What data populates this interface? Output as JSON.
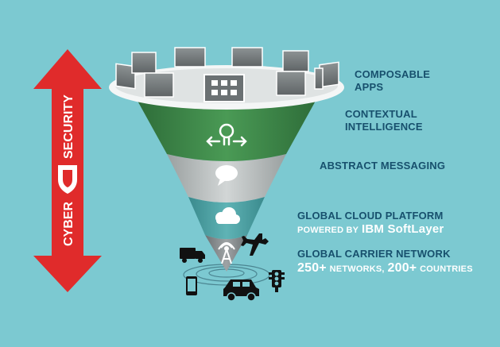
{
  "colors": {
    "background": "#7cc9d1",
    "arrow_red": "#e02b2b",
    "label_dark": "#17506d",
    "layer_apps": "#ffffff",
    "layer_intelligence": "#3d8a4a",
    "layer_messaging": "#b9bebe",
    "layer_cloud": "#4fa0a3",
    "layer_network": "#8a8f91"
  },
  "security": {
    "word1": "CYBER",
    "word2": "SECURITY",
    "icon": "shield-icon"
  },
  "layers": [
    {
      "id": "apps",
      "line1": "COMPOSABLE",
      "line2": "APPS",
      "icon": "app-grid-icon"
    },
    {
      "id": "intelligence",
      "line1": "CONTEXTUAL",
      "line2": "INTELLIGENCE",
      "icon": "lightbulb-arrows-icon"
    },
    {
      "id": "messaging",
      "line1": "ABSTRACT MESSAGING",
      "icon": "chat-bubble-icon"
    },
    {
      "id": "cloud",
      "line1": "GLOBAL CLOUD PLATFORM",
      "line2_prefix": "POWERED BY",
      "line2_brand": "IBM SoftLayer",
      "icon": "cloud-icon"
    },
    {
      "id": "network",
      "line1": "GLOBAL CARRIER NETWORK",
      "stat1_value": "250+",
      "stat1_label": "NETWORKS,",
      "stat2_value": "200+",
      "stat2_label": "COUNTRIES",
      "icon": "antenna-icon"
    }
  ],
  "devices": [
    "truck-icon",
    "airplane-icon",
    "phone-icon",
    "car-icon",
    "traffic-light-icon"
  ]
}
